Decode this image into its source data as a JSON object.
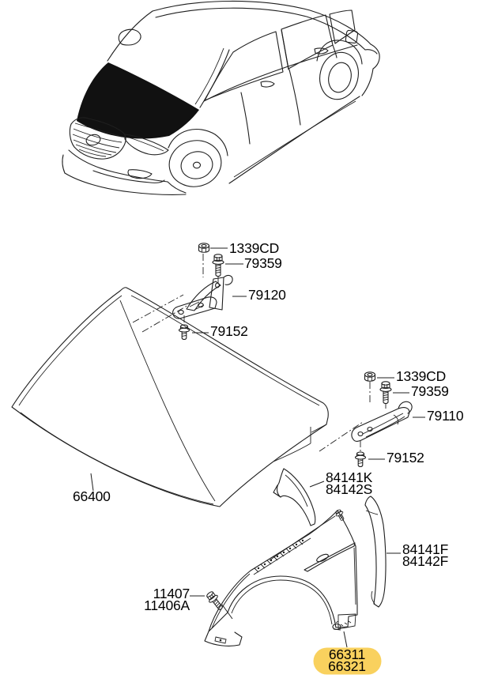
{
  "figure": {
    "highlight_color": "#F9D15E"
  },
  "callouts": {
    "hood_hinge_nut_left": "1339CD",
    "hood_hinge_bolt_left": "79359",
    "hood_hinge_left": "79120",
    "hood_hinge_screw_left": "79152",
    "hood_panel": "66400",
    "hood_hinge_nut_right": "1339CD",
    "hood_hinge_bolt_right": "79359",
    "hood_hinge_right": "79110",
    "hood_hinge_screw_right": "79152",
    "fender_insulator_upper": [
      "84141K",
      "84142S"
    ],
    "fender_insulator_rear": [
      "84141F",
      "84142F"
    ],
    "fender_mounting_bolt": [
      "11407",
      "11406A"
    ],
    "front_fender": [
      "66311",
      "66321"
    ]
  }
}
